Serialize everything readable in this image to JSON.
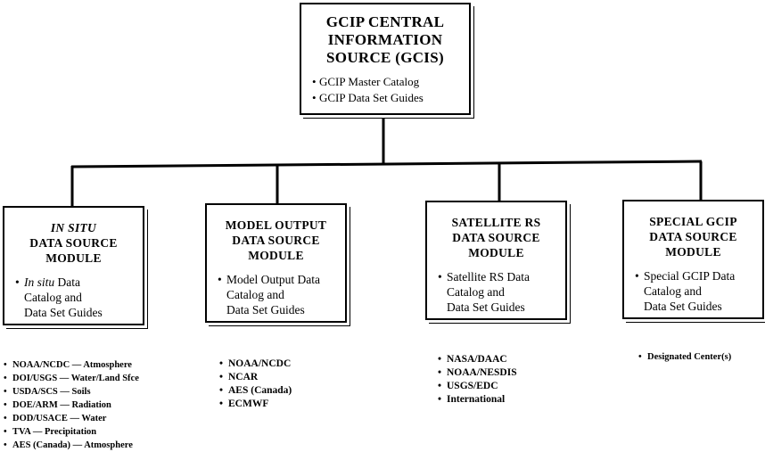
{
  "diagram": {
    "type": "org-chart",
    "root": {
      "title_lines": [
        "GCIP CENTRAL",
        "INFORMATION",
        "SOURCE (GCIS)"
      ],
      "items": [
        "GCIP Master Catalog",
        "GCIP Data Set Guides"
      ]
    },
    "modules": [
      {
        "title_lines": [
          "IN SITU",
          "DATA SOURCE",
          "MODULE"
        ],
        "title_first_line_italic": true,
        "item_lines": [
          "In situ Data",
          "Catalog and",
          "Data Set Guides"
        ],
        "sources": [
          "NOAA/NCDC — Atmosphere",
          "DOI/USGS — Water/Land Sfce",
          "USDA/SCS — Soils",
          "DOE/ARM — Radiation",
          "DOD/USACE — Water",
          "TVA — Precipitation",
          "AES (Canada) — Atmosphere"
        ]
      },
      {
        "title_lines": [
          "MODEL OUTPUT",
          "DATA SOURCE",
          "MODULE"
        ],
        "title_first_line_italic": false,
        "item_lines": [
          "Model Output Data",
          "Catalog and",
          "Data Set Guides"
        ],
        "sources": [
          "NOAA/NCDC",
          "NCAR",
          "AES (Canada)",
          "ECMWF"
        ]
      },
      {
        "title_lines": [
          "SATELLITE RS",
          "DATA SOURCE",
          "MODULE"
        ],
        "title_first_line_italic": false,
        "item_lines": [
          "Satellite RS Data",
          "Catalog and",
          "Data Set Guides"
        ],
        "sources": [
          "NASA/DAAC",
          "NOAA/NESDIS",
          "USGS/EDC",
          "International"
        ]
      },
      {
        "title_lines": [
          "SPECIAL GCIP",
          "DATA SOURCE",
          "MODULE"
        ],
        "title_first_line_italic": false,
        "item_lines": [
          "Special GCIP Data",
          "Catalog and",
          "Data Set Guides"
        ],
        "sources": [
          "Designated Center(s)"
        ]
      }
    ]
  }
}
